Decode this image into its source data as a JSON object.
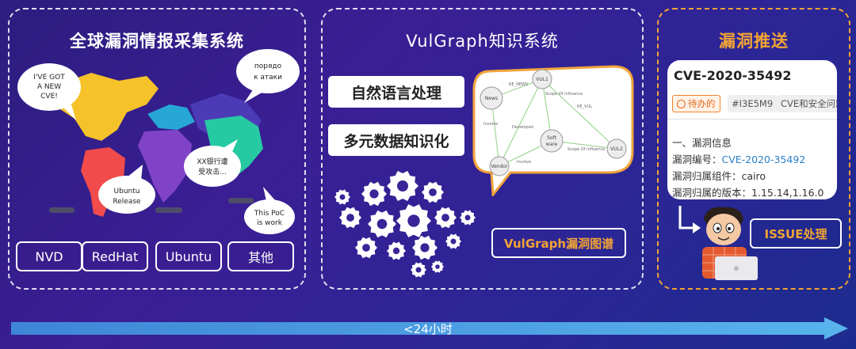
{
  "left_panel": {
    "title": "全球漏洞情报采集系统",
    "bubbles": [
      "I'VE GOT",
      "A NEW",
      "CVE!",
      "порядо",
      "к атаки",
      "XX银行遭",
      "受攻击...",
      "Ubuntu",
      "Release",
      "This PoC",
      "is work"
    ],
    "sources": [
      "NVD",
      "RedHat",
      "Ubuntu",
      "其他"
    ],
    "colors": {
      "north_america": "#f6c22a",
      "south_america": "#f14b4b",
      "africa": "#8043c8",
      "europe": "#27a7d6",
      "asia": "#4c3ab6",
      "oceania": "#27c9a2"
    }
  },
  "middle_panel": {
    "title": "VulGraph知识系统",
    "buttons": [
      "自然语言处理",
      "多元数据知识化"
    ],
    "graph_nodes": [
      "News",
      "VUL1",
      "Soft",
      "ware",
      "Vendor",
      "VUL2"
    ],
    "graph_edges": [
      "RE_NEWS",
      "Scope Of Influence",
      "RE_VUL",
      "Involve",
      "Developed",
      "Involve",
      "Scope Of Influence"
    ],
    "graph_button": "VulGraph漏洞图谱"
  },
  "right_panel": {
    "title": "漏洞推送",
    "card_title": "CVE-2020-35492",
    "tags": [
      "待办的",
      "#I3E5M9",
      "CVE和安全问题"
    ],
    "section": "一、漏洞信息",
    "fields": [
      {
        "label": "漏洞编号：",
        "value": "CVE-2020-35492"
      },
      {
        "label": "漏洞归属组件：",
        "value": "cairo"
      },
      {
        "label": "漏洞归属的版本：",
        "value": "1.15.14,1.16.0"
      }
    ],
    "issue_button": "ISSUE处理"
  },
  "timeline": {
    "label": "<24小时"
  }
}
